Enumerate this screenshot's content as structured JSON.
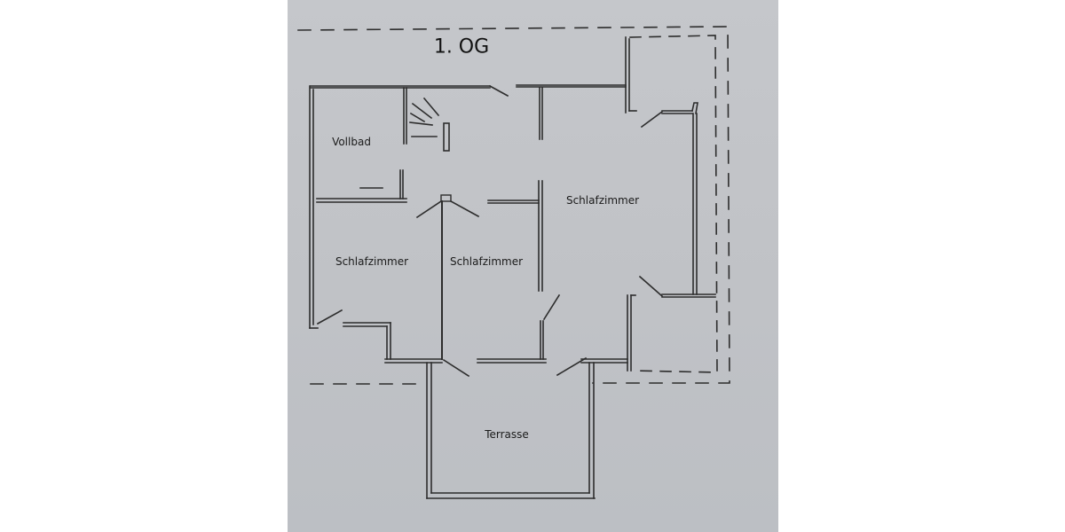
{
  "plan": {
    "title": "1. OG",
    "rooms": [
      {
        "id": "vollbad",
        "label": "Vollbad"
      },
      {
        "id": "schlafzimmer-left",
        "label": "Schlafzimmer"
      },
      {
        "id": "schlafzimmer-middle",
        "label": "Schlafzimmer"
      },
      {
        "id": "schlafzimmer-right",
        "label": "Schlafzimmer"
      },
      {
        "id": "terrasse",
        "label": "Terrasse"
      }
    ]
  },
  "colors": {
    "paper": "#c3c5c9",
    "ink": "#2a2a2a",
    "background": "#ffffff"
  }
}
